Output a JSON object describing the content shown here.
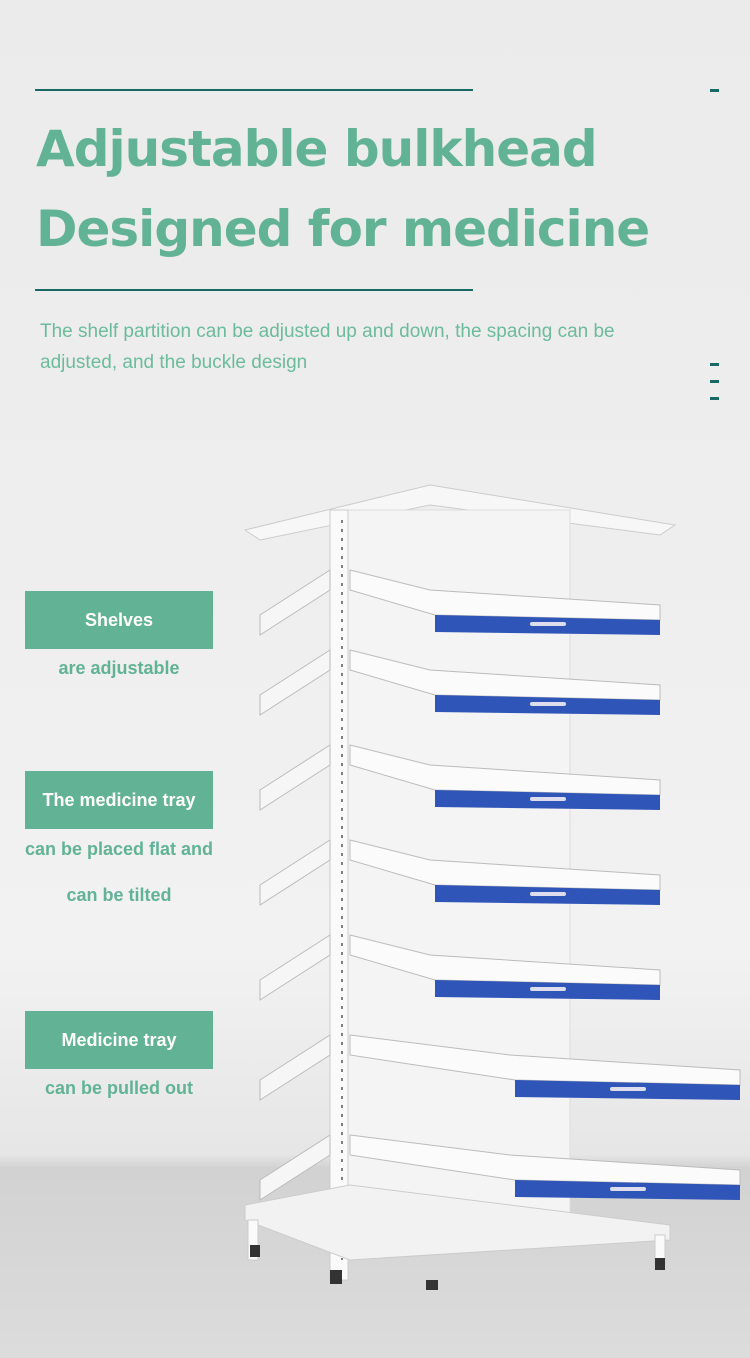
{
  "header": {
    "title_line1": "Adjustable bulkhead",
    "title_line2": "Designed for medicine",
    "subtitle": "The shelf partition can be adjusted up and down, the spacing can be adjusted, and the buckle design"
  },
  "features": [
    {
      "label": "Shelves",
      "caption_lines": [
        "are adjustable"
      ]
    },
    {
      "label": "The medicine tray",
      "caption_lines": [
        "can be placed flat and",
        "can be tilted"
      ]
    },
    {
      "label": "Medicine tray",
      "caption_lines": [
        "can be pulled out"
      ]
    }
  ],
  "colors": {
    "accent": "#62b396",
    "rule": "#176a64",
    "tray": "#2f55b8"
  },
  "image": {
    "subject": "pharmacy-shelf-icon",
    "tray_count": 7
  }
}
